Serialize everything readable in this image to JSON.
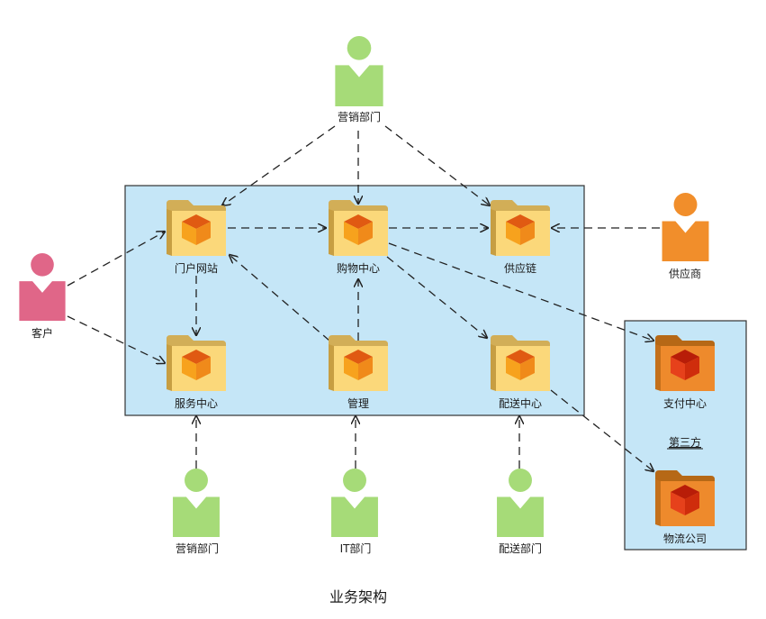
{
  "title": "业务架构",
  "third_party_label": "第三方",
  "colors": {
    "main_box_fill": "#c5e6f7",
    "third_box_fill": "#c5e6f7",
    "box_stroke": "#333333",
    "actor_green": "#a6db78",
    "actor_pink": "#e06688",
    "actor_orange": "#f18e2b",
    "folder_yellow": "#fbd87a",
    "folder_orange": "#ee8a2c",
    "cube_orange": "#f59a1c",
    "cube_red": "#e03b10"
  },
  "actors": {
    "marketing_top": "营销部门",
    "customer": "客户",
    "supplier": "供应商",
    "marketing_bottom": "营销部门",
    "it": "IT部门",
    "delivery_dept": "配送部门"
  },
  "modules": {
    "portal": "门户网站",
    "shopping": "购物中心",
    "supply_chain": "供应链",
    "service": "服务中心",
    "management": "管理",
    "delivery_center": "配送中心",
    "payment": "支付中心",
    "logistics": "物流公司"
  }
}
